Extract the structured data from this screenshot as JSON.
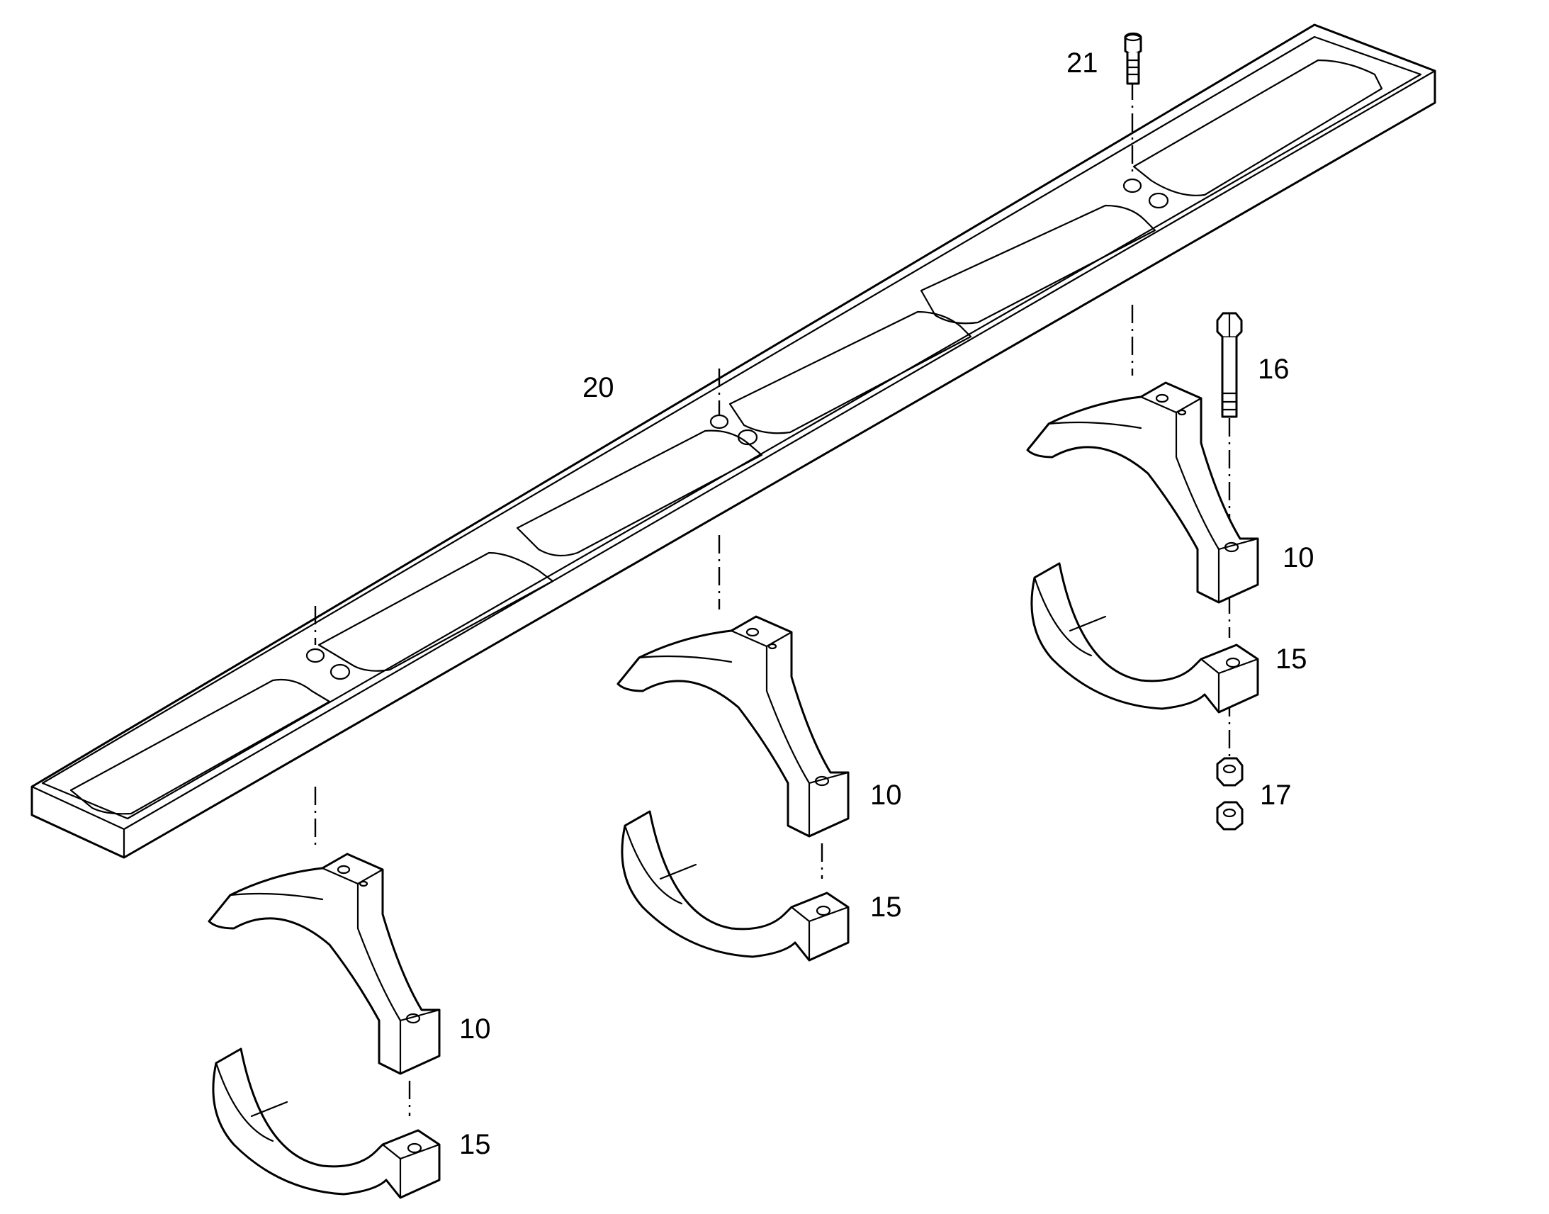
{
  "callouts": {
    "c21": "21",
    "c20": "20",
    "c16": "16",
    "c10_right": "10",
    "c15_right": "15",
    "c17": "17",
    "c10_middle": "10",
    "c15_middle": "15",
    "c10_left": "10",
    "c15_left": "15"
  },
  "colors": {
    "line": "#000000",
    "background": "#ffffff"
  }
}
